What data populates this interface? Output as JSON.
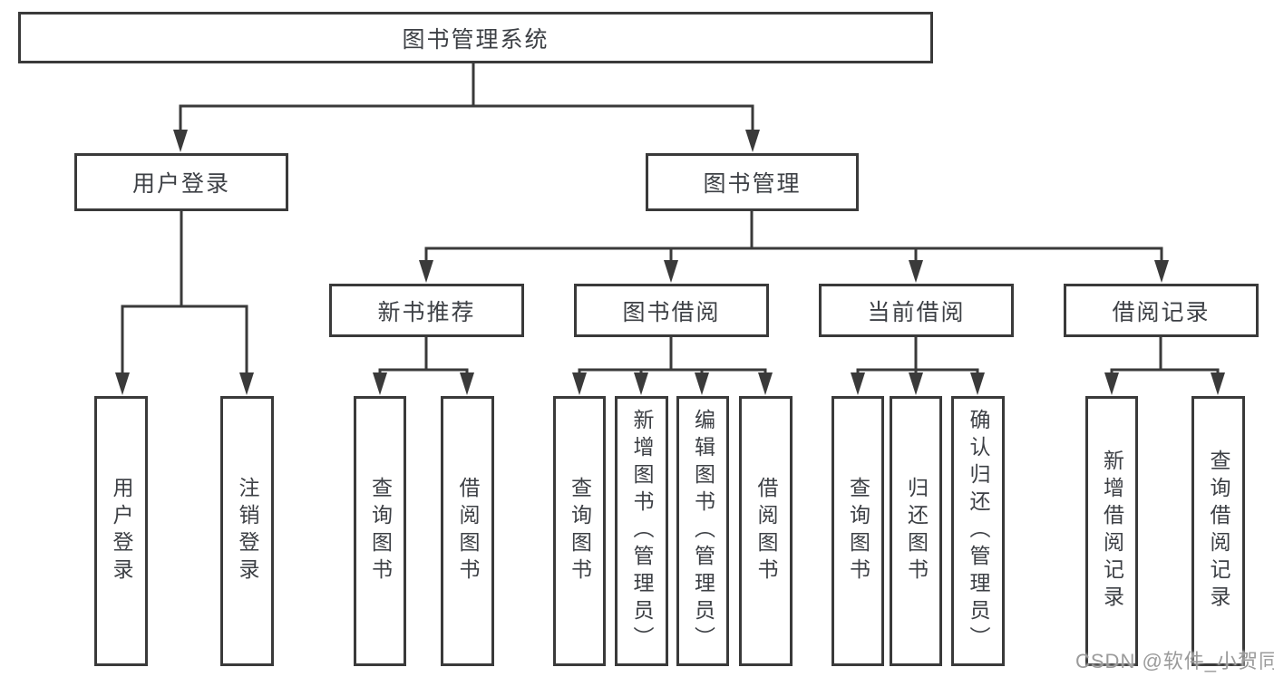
{
  "diagram": {
    "root": {
      "label": "图书管理系统"
    },
    "level2": [
      {
        "label": "用户登录"
      },
      {
        "label": "图书管理"
      }
    ],
    "level3": [
      {
        "label": "新书推荐"
      },
      {
        "label": "图书借阅"
      },
      {
        "label": "当前借阅"
      },
      {
        "label": "借阅记录"
      }
    ],
    "leaves": {
      "user_login": [
        "用户登录",
        "注销登录"
      ],
      "new_book_recommend": [
        "查询图书",
        "借阅图书"
      ],
      "book_borrow": [
        "查询图书",
        "新增图书（管理员）",
        "编辑图书（管理员）",
        "借阅图书"
      ],
      "current_borrow": [
        "查询图书",
        "归还图书",
        "确认归还（管理员）"
      ],
      "borrow_records": [
        "新增借阅记录",
        "查询借阅记录"
      ]
    }
  },
  "watermark": {
    "text": "CSDN @软件_小贺同学"
  },
  "colors": {
    "line": "#3a3a3a",
    "text": "#3d4045",
    "watermark": "#9b9b9b",
    "background": "#ffffff"
  }
}
